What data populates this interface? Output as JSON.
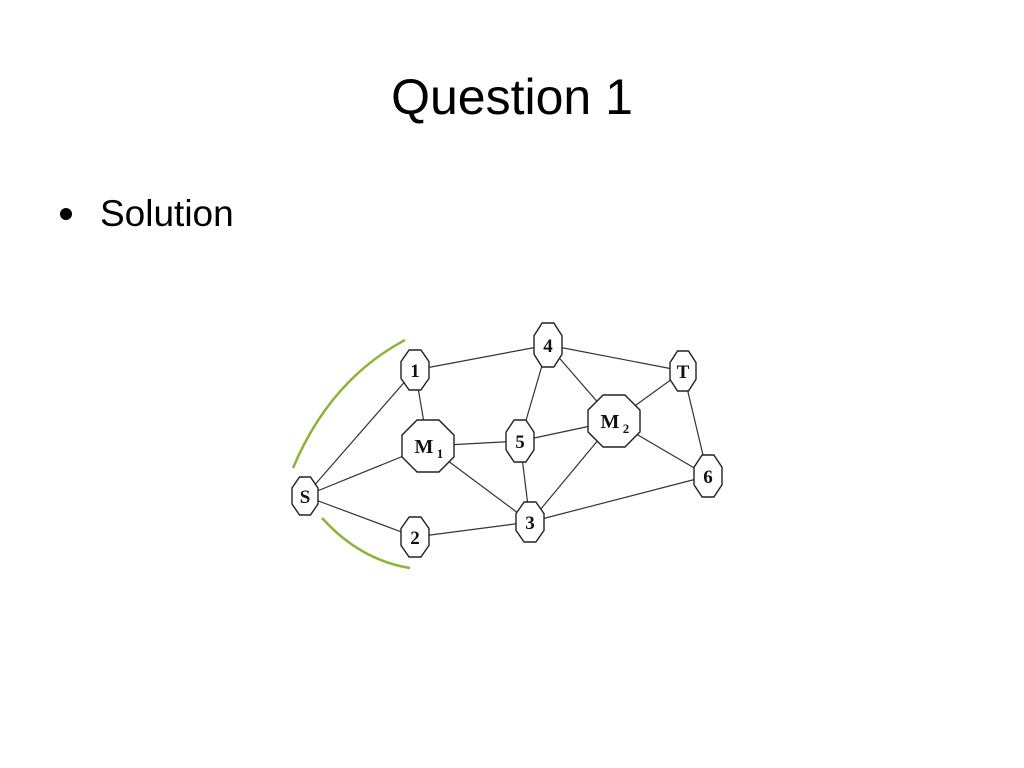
{
  "slide": {
    "title": "Question 1",
    "bullets": [
      "Solution"
    ]
  },
  "diagram": {
    "nodes": [
      {
        "id": "S",
        "label": "S",
        "sub": ""
      },
      {
        "id": "n1",
        "label": "1",
        "sub": ""
      },
      {
        "id": "n2",
        "label": "2",
        "sub": ""
      },
      {
        "id": "M1",
        "label": "M",
        "sub": "1"
      },
      {
        "id": "n3",
        "label": "3",
        "sub": ""
      },
      {
        "id": "n5",
        "label": "5",
        "sub": ""
      },
      {
        "id": "n4",
        "label": "4",
        "sub": ""
      },
      {
        "id": "M2",
        "label": "M",
        "sub": "2"
      },
      {
        "id": "T",
        "label": "T",
        "sub": ""
      },
      {
        "id": "n6",
        "label": "6",
        "sub": ""
      }
    ],
    "edges": [
      [
        "S",
        "n1"
      ],
      [
        "S",
        "M1"
      ],
      [
        "S",
        "n2"
      ],
      [
        "n1",
        "M1"
      ],
      [
        "n1",
        "n4"
      ],
      [
        "M1",
        "n5"
      ],
      [
        "M1",
        "n3"
      ],
      [
        "n2",
        "n3"
      ],
      [
        "n5",
        "n4"
      ],
      [
        "n5",
        "n3"
      ],
      [
        "n5",
        "M2"
      ],
      [
        "n4",
        "M2"
      ],
      [
        "n4",
        "T"
      ],
      [
        "M2",
        "T"
      ],
      [
        "M2",
        "n3"
      ],
      [
        "M2",
        "n6"
      ],
      [
        "T",
        "n6"
      ],
      [
        "n3",
        "n6"
      ]
    ],
    "highlight_color": "#8DB33A"
  }
}
